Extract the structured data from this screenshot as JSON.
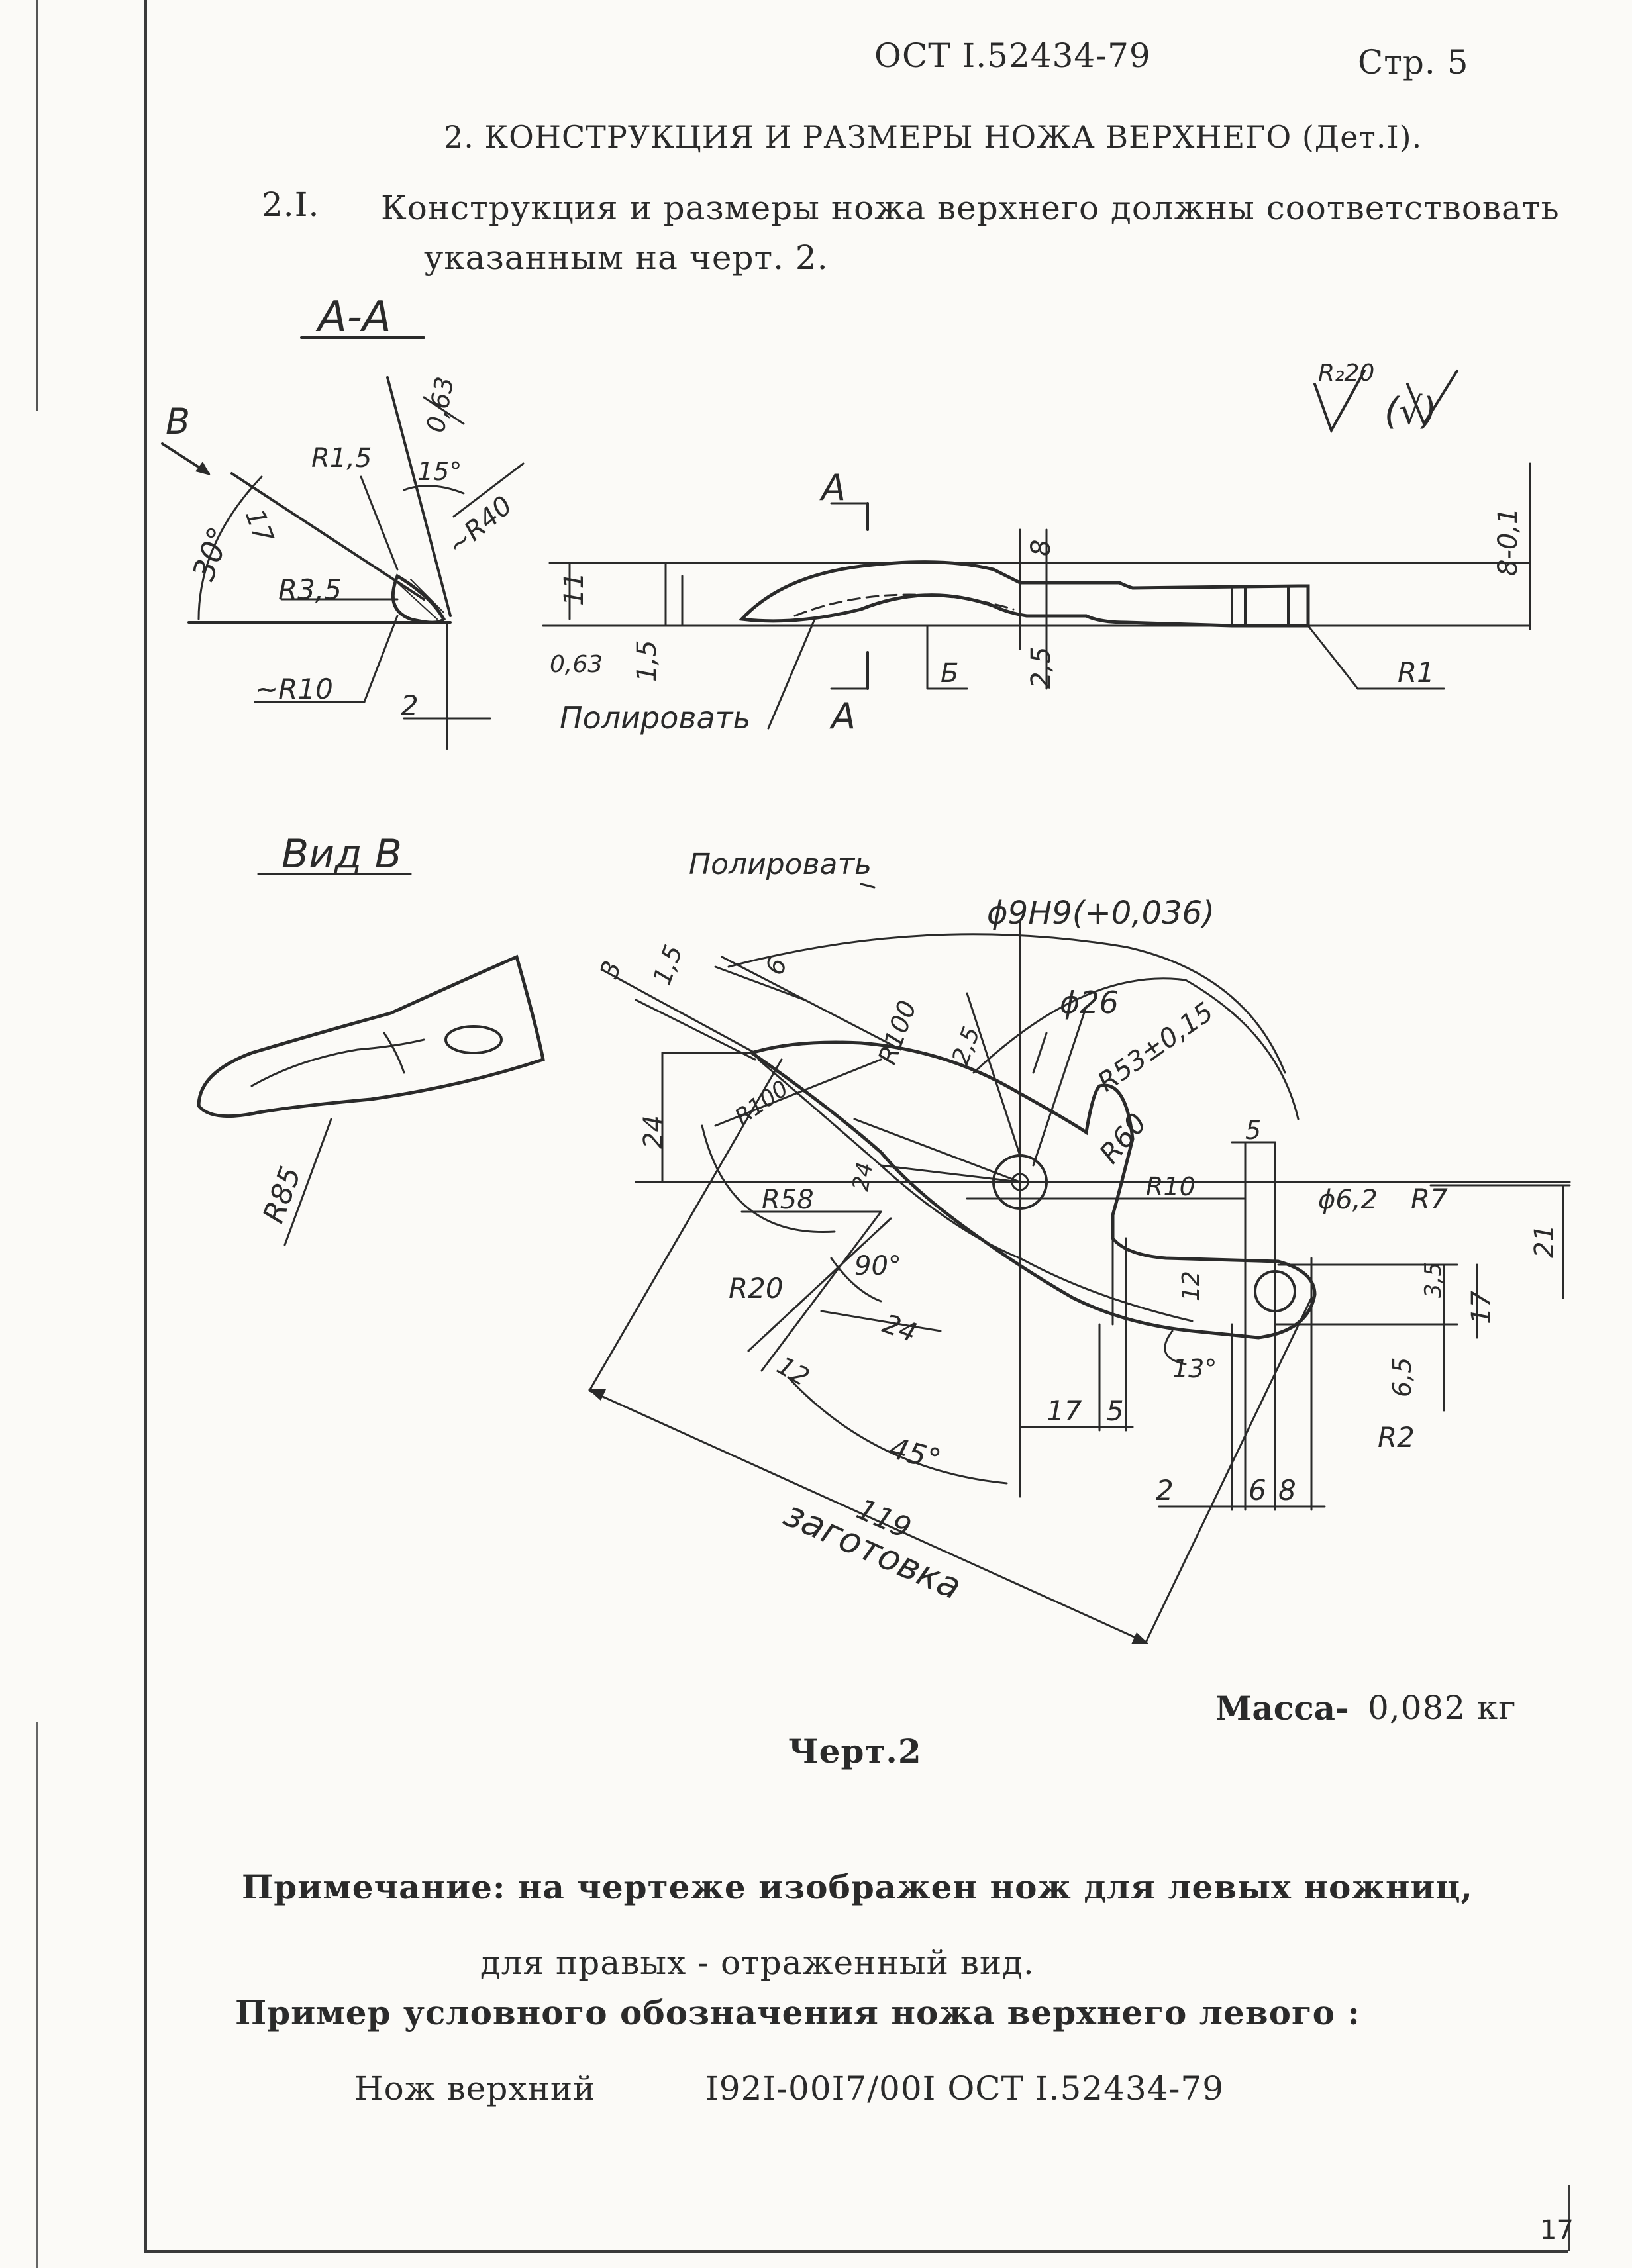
{
  "header": {
    "standard": "ОСТ I.52434-79",
    "page": "Стр. 5"
  },
  "section": {
    "title": "2. КОНСТРУКЦИЯ И РАЗМЕРЫ НОЖА ВЕРХНЕГО (Дет.I).",
    "clause_num": "2.I.",
    "clause_line1": "Конструкция и размеры ножа верхнего должны соответствовать",
    "clause_line2": "указанным на черт. 2."
  },
  "drawing": {
    "section_label": "А-А",
    "view_label": "Вид В",
    "roughness": "R₂20",
    "roughness_paren": "(√)",
    "polish_1": "Полировать",
    "polish_2": "Полировать",
    "arrow_b": "В",
    "cut_a": "А",
    "datum_b": "Б",
    "dims_section": [
      "0,63",
      "15°",
      "R1,5",
      "17",
      "30°",
      "~R40",
      "R3,5",
      "~R10",
      "2"
    ],
    "dims_side": [
      "11",
      "1,5",
      "0,63",
      "8",
      "2,5",
      "8-0,1",
      "R1"
    ],
    "dims_view": [
      "R85"
    ],
    "dims_plan": [
      "3",
      "1,5",
      "6",
      "R100",
      "2,5",
      "ϕ9H9(+0,036)",
      "ϕ26",
      "R53±0,15",
      "R60",
      "R100",
      "24",
      "24",
      "R58",
      "R10",
      "5",
      "ϕ6,2",
      "R7",
      "21",
      "3,5",
      "17",
      "12",
      "R20",
      "90°",
      "24",
      "12",
      "13°",
      "6,5",
      "17",
      "5",
      "45°",
      "R2",
      "2",
      "6",
      "8",
      "119",
      "заготовка"
    ]
  },
  "mass": {
    "label": "Масса-",
    "value": "0,082 кг"
  },
  "caption": "Черт.2",
  "note": {
    "line1": "Примечание: на чертеже изображен нож для левых ножниц,",
    "line2": "для правых - отраженный вид.",
    "example_title": "Пример условного обозначения ножа верхнего левого :",
    "designation_name": "Нож верхний",
    "designation_code": "I92I-00I7/00I  ОСТ I.52434-79"
  },
  "page_number": "17"
}
